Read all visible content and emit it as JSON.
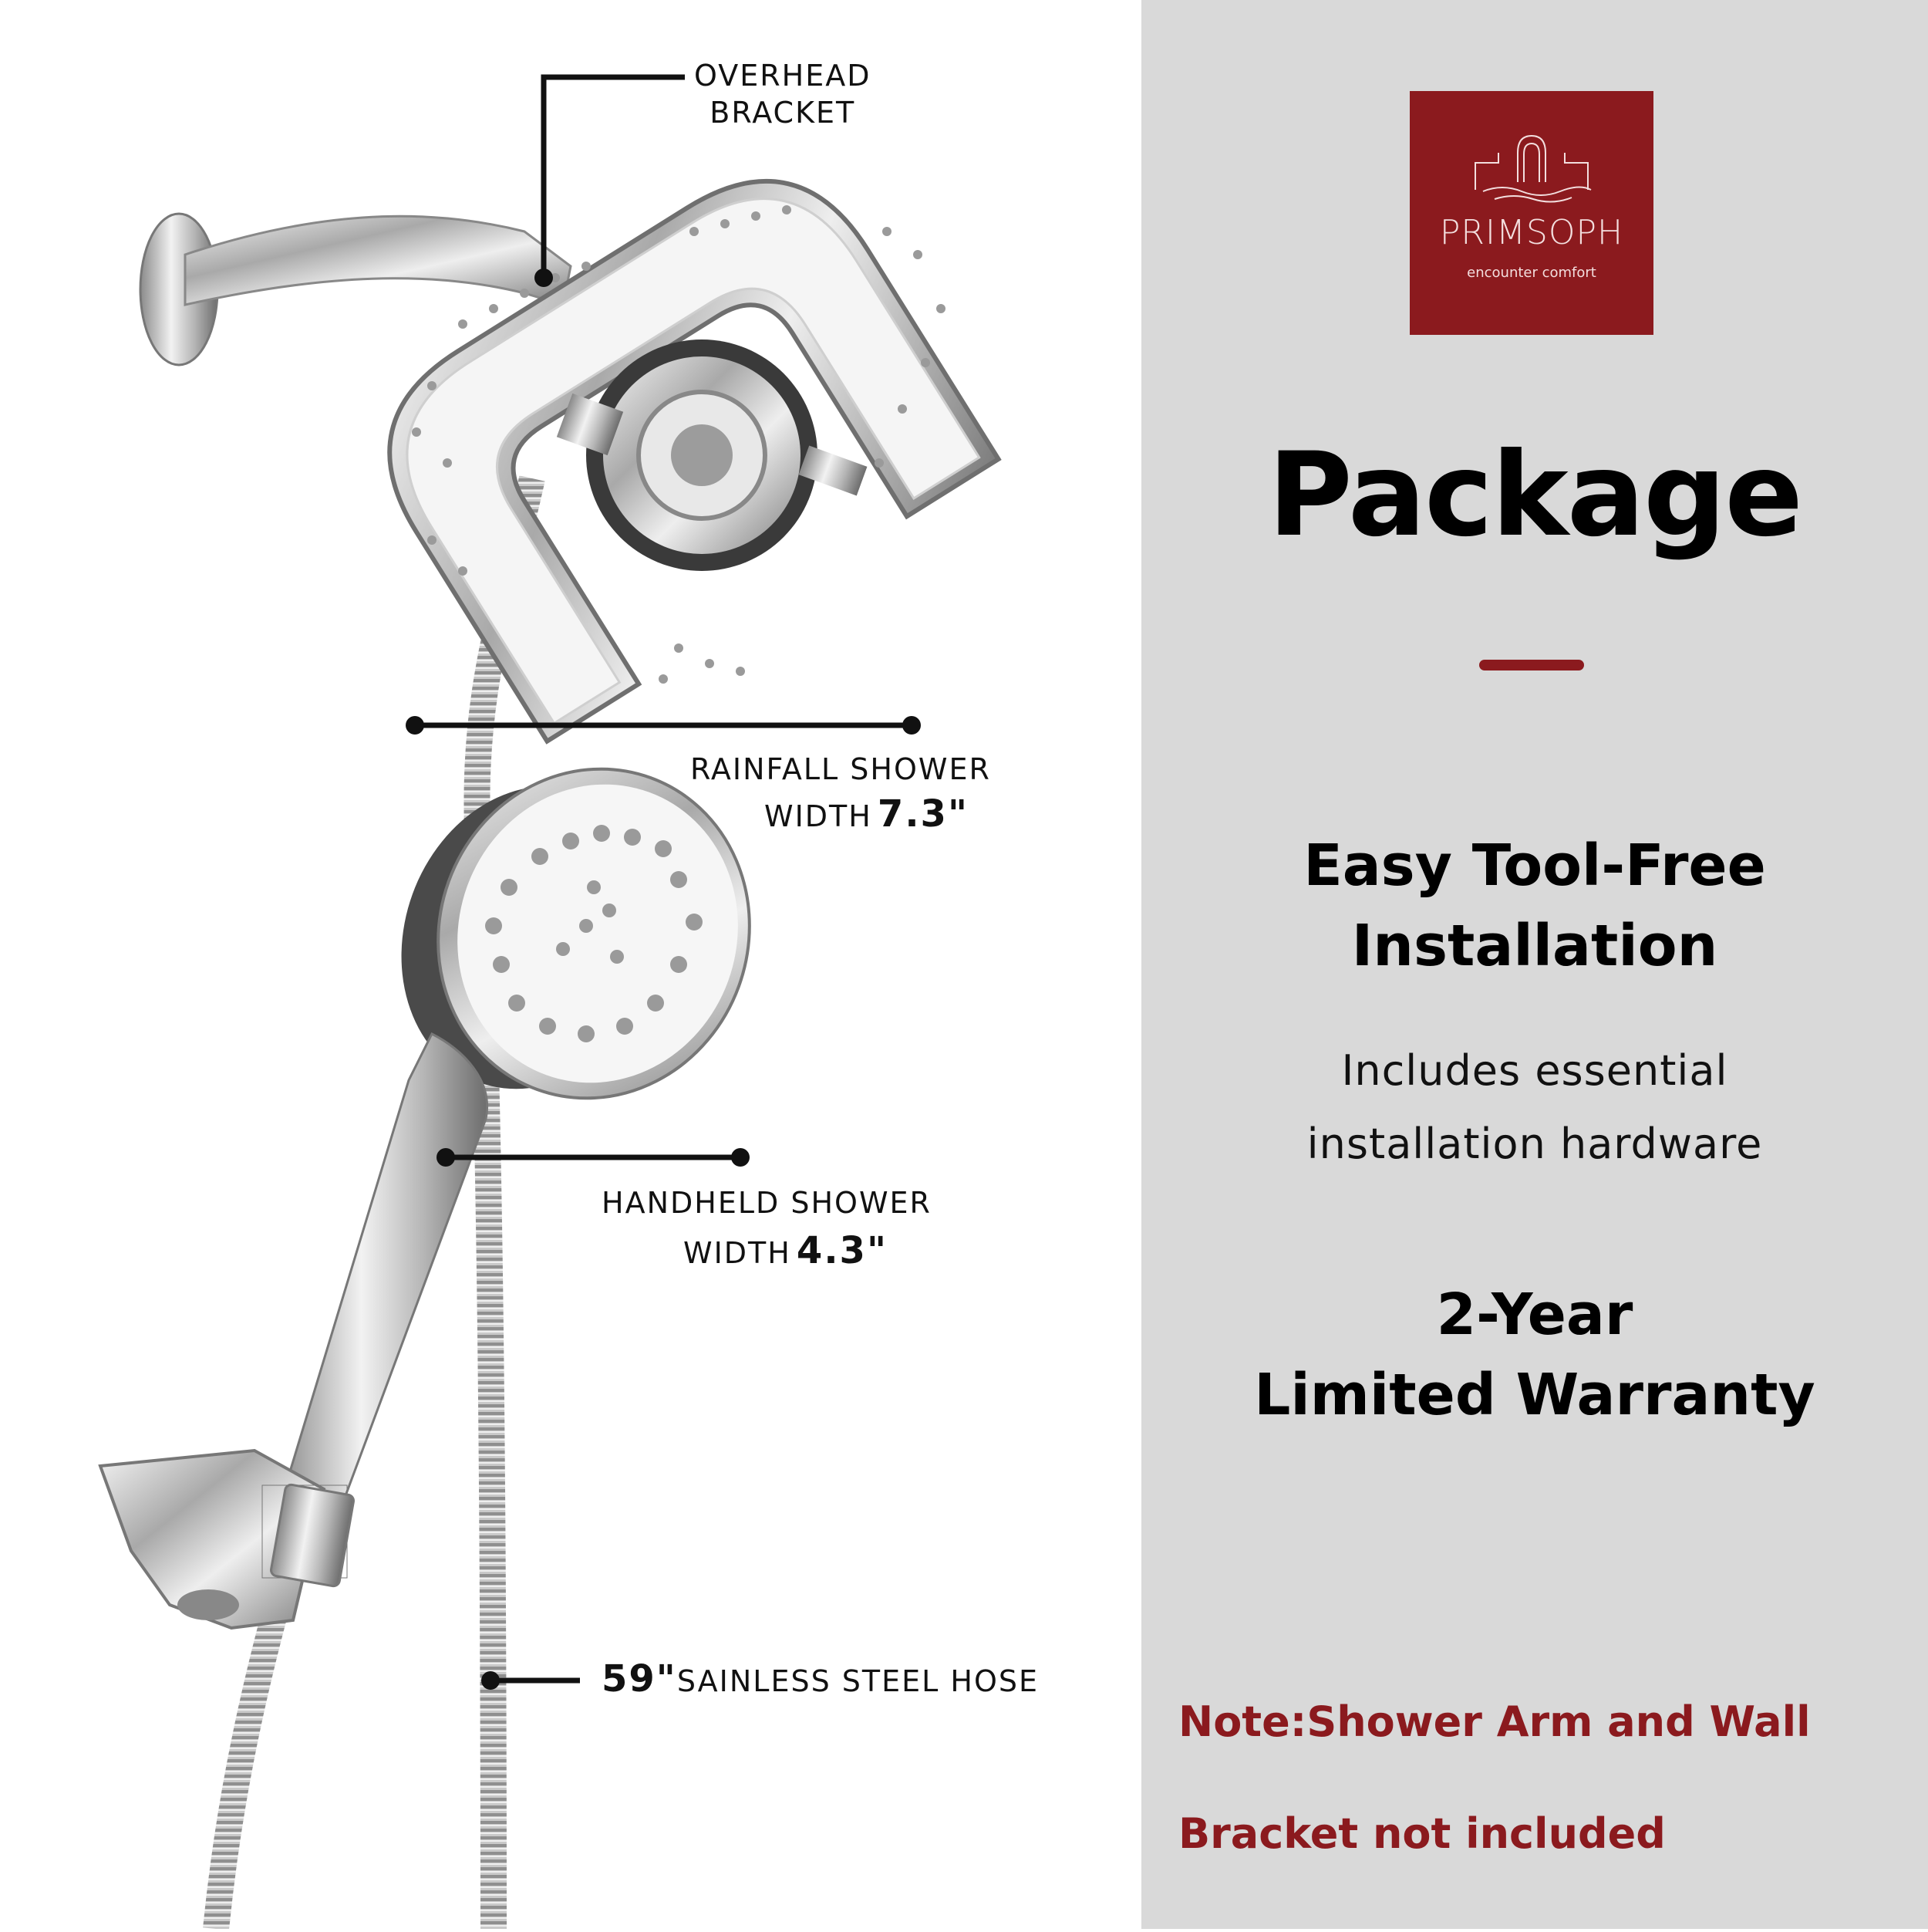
{
  "callouts": {
    "overhead_line1": "OVERHEAD",
    "overhead_line2": "BRACKET",
    "rainfall_line1": "RAINFALL SHOWER",
    "rainfall_width_label": "WIDTH",
    "rainfall_width_value": "7.3\"",
    "handheld_line1": "HANDHELD SHOWER",
    "handheld_width_label": "WIDTH",
    "handheld_width_value": "4.3\"",
    "hose_value": "59\"",
    "hose_label": "SAINLESS STEEL HOSE"
  },
  "logo": {
    "brand": "PRIMSOPH",
    "tagline": "encounter comfort"
  },
  "headings": {
    "package": "Package",
    "easy_line1": "Easy Tool-Free",
    "easy_line2": "Installation",
    "includes_line1": "Includes essential",
    "includes_line2": "installation hardware",
    "warranty_line1": "2-Year",
    "warranty_line2": "Limited Warranty"
  },
  "note": {
    "line1": "Note:Shower Arm and Wall",
    "line2": "Bracket not included"
  },
  "colors": {
    "accent": "#8b1a1e",
    "panel": "#d9d9d9"
  }
}
